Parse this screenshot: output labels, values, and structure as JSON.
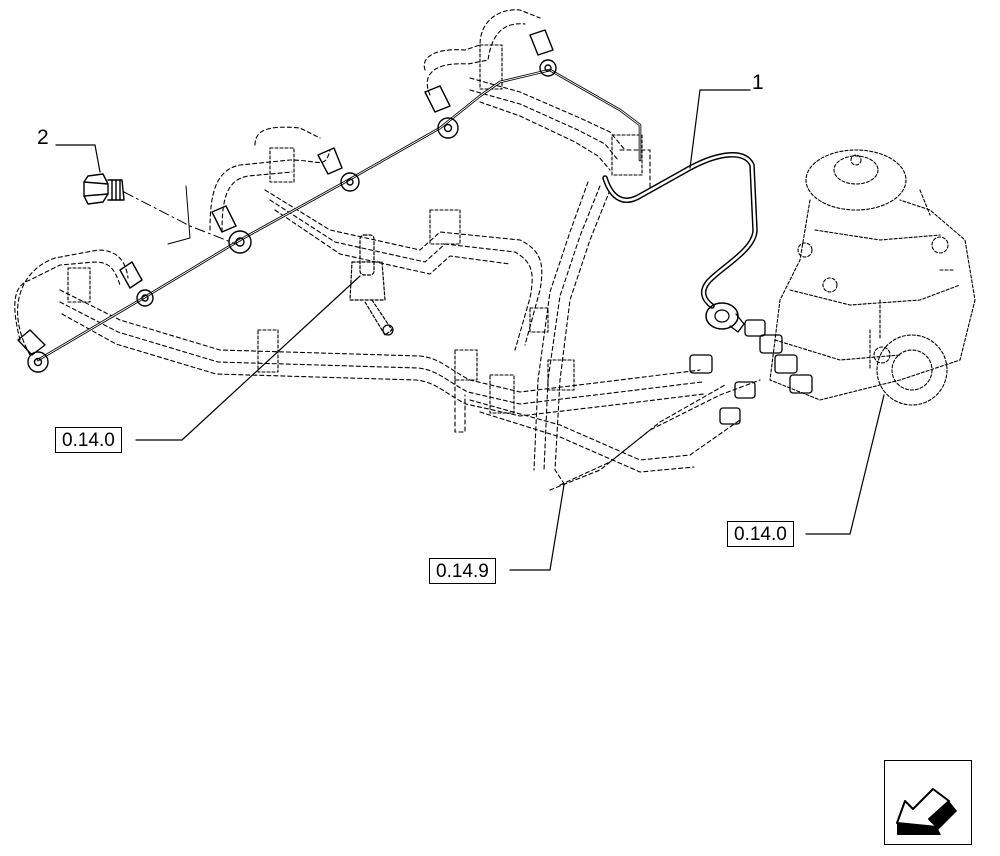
{
  "callouts": {
    "item_1": "1",
    "item_2": "2"
  },
  "references": {
    "injector_ref": "0.14.0",
    "pump_ref": "0.14.0",
    "return_line_ref": "0.14.9"
  },
  "icons": {
    "navigation": "previous-page-arrow-icon"
  },
  "colors": {
    "line": "#000000",
    "background": "#ffffff"
  }
}
